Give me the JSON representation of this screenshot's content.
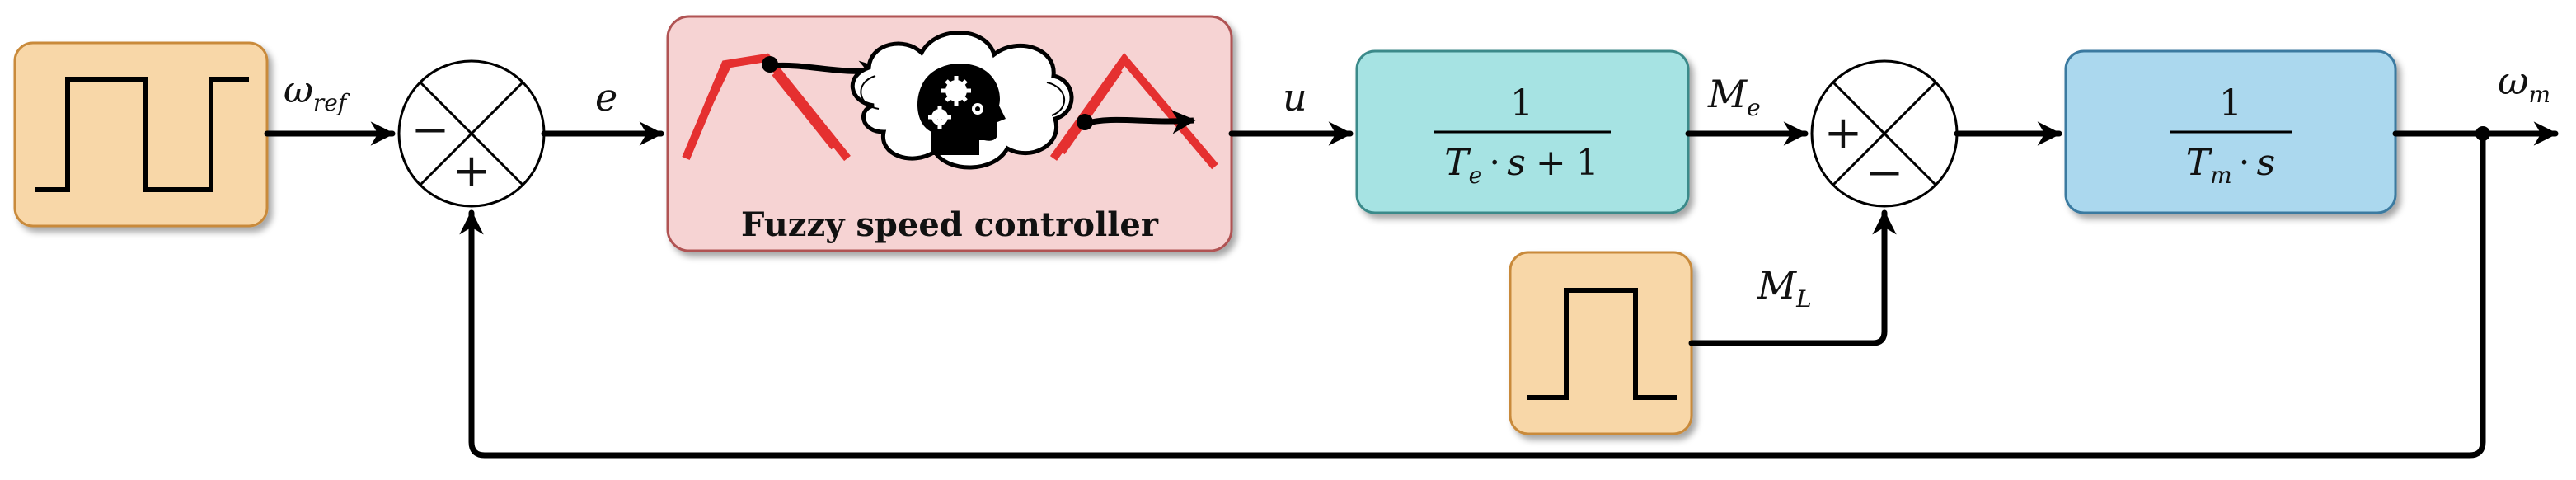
{
  "signals": {
    "omega_ref": {
      "base": "ω",
      "sub": "ref"
    },
    "error": "e",
    "control": "u",
    "electric_torque": {
      "base": "M",
      "sub": "e"
    },
    "load_torque": {
      "base": "M",
      "sub": "L"
    },
    "omega_m": {
      "base": "ω",
      "sub": "m"
    }
  },
  "summing_junction_1": {
    "top_sign": "−",
    "bottom_sign": "+"
  },
  "summing_junction_2": {
    "top_sign": "+",
    "bottom_sign": "−"
  },
  "fuzzy_controller": {
    "label": "Fuzzy speed controller"
  },
  "electrical_block": {
    "numerator": "1",
    "denominator": {
      "T": "T",
      "T_sub": "e",
      "dot": "·",
      "s": "s",
      "plus": "+",
      "one": "1"
    }
  },
  "mechanical_block": {
    "numerator": "1",
    "denominator": {
      "T": "T",
      "T_sub": "m",
      "dot": "·",
      "s": "s"
    }
  },
  "colors": {
    "source_fill": "#f8d7a8",
    "source_stroke": "#c98a3a",
    "fuzzy_fill": "#f6d3d3",
    "fuzzy_stroke": "#b05252",
    "electrical_fill": "#a6e3e3",
    "electrical_stroke": "#3a8a8a",
    "mechanical_fill": "#abd8ee",
    "mechanical_stroke": "#3a7aa0",
    "membership_red": "#e53030"
  },
  "icons": [
    "square-wave-icon",
    "pulse-icon",
    "brain-gears-cloud-icon",
    "membership-function-icon"
  ]
}
